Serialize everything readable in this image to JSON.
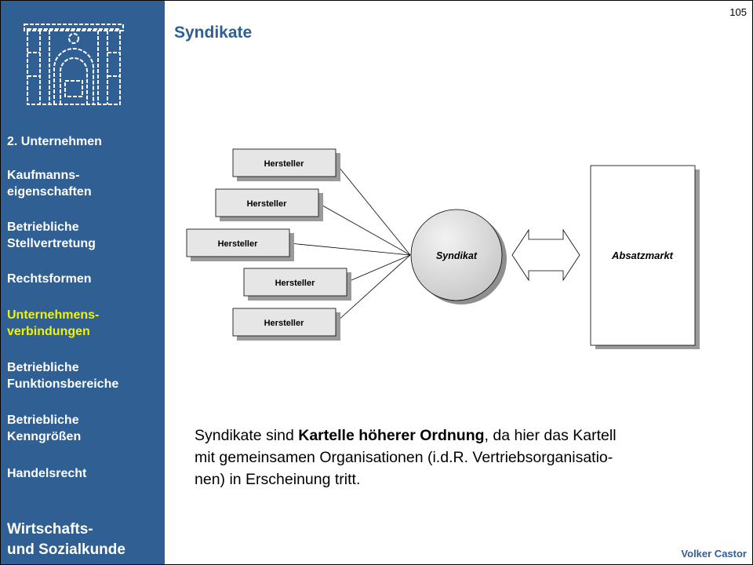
{
  "page_number": "105",
  "title": "Syndikate",
  "sidebar": {
    "items": [
      {
        "label": "2. Unternehmen",
        "active": false
      },
      {
        "label": "Kaufmanns-\neigenschaften",
        "active": false
      },
      {
        "label": "Betriebliche\nStellvertretung",
        "active": false
      },
      {
        "label": "Rechtsformen",
        "active": false
      },
      {
        "label": "Unternehmens-\nverbindungen",
        "active": true
      },
      {
        "label": "Betriebliche\nFunktionsbereiche",
        "active": false
      },
      {
        "label": "Betriebliche\nKenngrößen",
        "active": false
      },
      {
        "label": "Handelsrecht",
        "active": false
      }
    ],
    "footer_label": "Wirtschafts-\nund Sozialkunde",
    "active_color": "#f3f300",
    "background_color": "#2f5f93"
  },
  "diagram": {
    "producers": [
      "Hersteller",
      "Hersteller",
      "Hersteller",
      "Hersteller",
      "Hersteller"
    ],
    "hub_label": "Syndikat",
    "market_label": "Absatzmarkt"
  },
  "body": {
    "intro": "Syndikate sind ",
    "emphasis": "Kartelle höherer Ordnung",
    "rest": ", da hier das Kartell\nmit gemeinsamen Organisationen (i.d.R. Vertriebsorganisatio-\nnen) in Erscheinung tritt."
  },
  "author": "Volker Castor"
}
